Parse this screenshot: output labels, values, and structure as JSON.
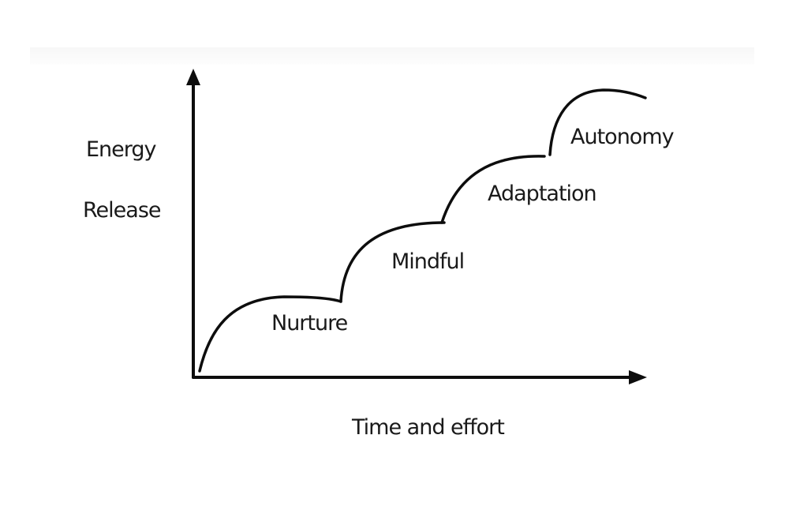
{
  "diagram": {
    "y_axis_label_line1": "Energy",
    "y_axis_label_line2": "Release",
    "x_axis_label": "Time and effort",
    "stages": [
      {
        "label": "Nurture"
      },
      {
        "label": "Mindful"
      },
      {
        "label": "Adaptation"
      },
      {
        "label": "Autonomy"
      }
    ],
    "colors": {
      "line": "#0d0d0d",
      "text": "#1a1a1a",
      "background": "#ffffff"
    }
  }
}
